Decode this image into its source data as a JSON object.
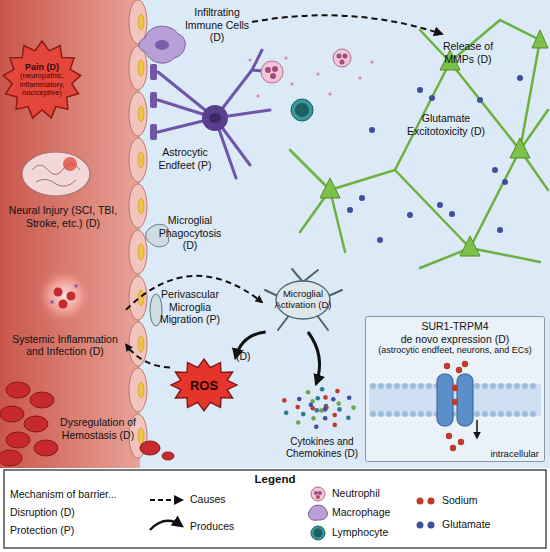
{
  "diagram": {
    "nodes": [
      {
        "text": [
          "Pain (D)",
          "(neuropathic, inflammatory, nociceptive)"
        ]
      },
      {
        "text": [
          "Systemic Inflammation and Infection (D)"
        ]
      },
      {
        "text": [
          "Microglial Activation (D)"
        ]
      },
      {
        "text": [
          "ROS",
          "(D)"
        ]
      },
      {
        "text": [
          "Cytokines and Chemokines (D)"
        ]
      },
      {
        "text": [
          "SUR1-TRPM4",
          "de novo expression (D)",
          "(astrocytic endfeet, neurons, and ECs)",
          "intracellular"
        ]
      }
    ],
    "edges": [
      {
        "from": 1,
        "to": 2,
        "arrow": "to"
      },
      {
        "from": 3,
        "to": 1,
        "arrow": "to"
      },
      {
        "from": 2,
        "to": 3,
        "arrow": "to"
      },
      {
        "from": 2,
        "to": 4,
        "arrow": "to"
      }
    ],
    "labels": [
      "Infiltrating Immune Cells (D)",
      "Release of MMPs (D)",
      "Astrocytic Endfeet (P)",
      "Glutamate Excitotoxicity (D)",
      "Neural Injury (SCI, TBI, Stroke, etc.) (D)",
      "Microglial Phagocytosis (D)",
      "Perivascular Microglia Migration (P)",
      "Dysregulation of Hemostasis (D)",
      "Legend",
      "Mechanism of barrier...",
      "Disruption (D)",
      "Protection (P)"
    ],
    "legend": [
      {
        "text": "Causes"
      },
      {
        "text": "Produces"
      },
      {
        "text": "Neutrophil"
      },
      {
        "text": "Macrophage"
      },
      {
        "text": "Lymphocyte"
      },
      {
        "text": "Sodium"
      },
      {
        "text": "Glutamate"
      }
    ]
  }
}
